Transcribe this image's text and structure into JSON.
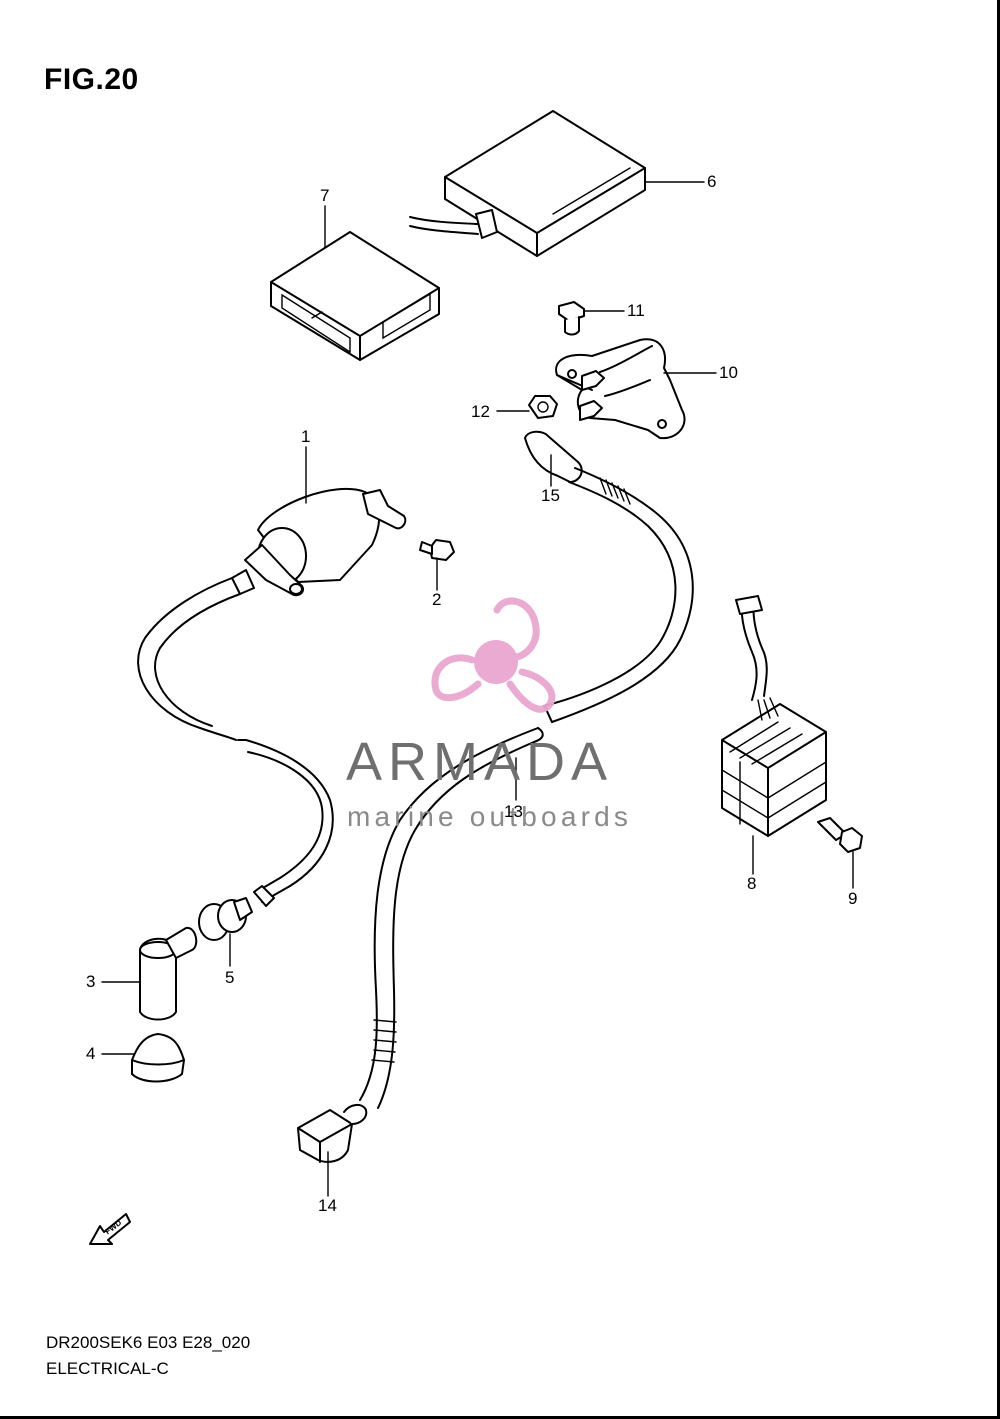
{
  "figure_title": "FIG.20",
  "callouts": [
    {
      "id": "1",
      "label": "1"
    },
    {
      "id": "2",
      "label": "2"
    },
    {
      "id": "3",
      "label": "3"
    },
    {
      "id": "4",
      "label": "4"
    },
    {
      "id": "5",
      "label": "5"
    },
    {
      "id": "6",
      "label": "6"
    },
    {
      "id": "7",
      "label": "7"
    },
    {
      "id": "8",
      "label": "8"
    },
    {
      "id": "9",
      "label": "9"
    },
    {
      "id": "10",
      "label": "10"
    },
    {
      "id": "11",
      "label": "11"
    },
    {
      "id": "12",
      "label": "12"
    },
    {
      "id": "13",
      "label": "13"
    },
    {
      "id": "14",
      "label": "14"
    },
    {
      "id": "15",
      "label": "15"
    }
  ],
  "direction_marker": "FWD",
  "footer": {
    "code": "DR200SEK6 E03 E28_020",
    "section": "ELECTRICAL-C"
  },
  "watermark": {
    "brand": "ARMADA",
    "tagline": "marine outboards",
    "logo_color": "#e9a6cf",
    "text_color": "#6f6f6f"
  }
}
